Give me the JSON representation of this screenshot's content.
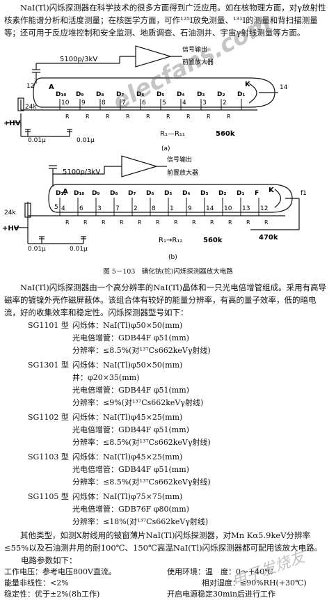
{
  "intro": "NaI(Tl)闪烁探测器在科学技术的很多方面得到广泛应用。如在核物理方面，对γ放射性核素作能谱分析和活度测量；在核医学方面，可作¹²⁵I放免测量、¹³¹I的测量和背扫描测量等；还可用于反应堆控制和安全监测、地质调查、石油测井、宇宙γ射线测量等方面。",
  "fig_a": {
    "cap_label": "5100p/3kV",
    "out1": "信号输出",
    "out2": "前置放大器",
    "res": "24k",
    "hv": "+HV",
    "c1": "0.01μ",
    "c2": "0.01μ",
    "range": "R₁—R₁₁",
    "rval": "560k",
    "label": "(a)",
    "dynodes": [
      "D₁₀",
      "D₉",
      "D₈",
      "D₇",
      "D₆",
      "D₅",
      "D₄",
      "D₃",
      "D₂",
      "D₁"
    ],
    "pins": [
      "10",
      "9",
      "8",
      "7",
      "6",
      "5",
      "4",
      "3",
      "2"
    ],
    "A": "A",
    "K": "K",
    "pinA": "12",
    "pinK": "14"
  },
  "fig_b": {
    "cap_label": "5100p/3kV",
    "out1": "信号输出",
    "out2": "前置放大器",
    "res": "24k",
    "hv": "+HV",
    "c1": "0.01μ",
    "c2": "0.01μ",
    "range": "R₁→R₁₂",
    "rval": "560k",
    "r470": "470k",
    "label": "(b)",
    "dynodes": [
      "D₁₁",
      "D₁₀",
      "D₉",
      "D₈",
      "D₇",
      "D₆",
      "D₅",
      "D₄",
      "D₃",
      "D₂",
      "D₁",
      "F"
    ],
    "pins": [
      "4",
      "6",
      "3",
      "7",
      "2",
      "8",
      "1",
      "9",
      "14",
      "10",
      "13",
      "12"
    ],
    "A": "A",
    "K": "K",
    "pin5": "5",
    "pinf": "f1"
  },
  "caption": "图 5－103　碘化钠(铊)闪烁探测器放大电路",
  "para2": "NaI(Tl)闪烁探测器由一个高分辨率的NaI(Tl)晶体和一只光电倍增管组成。采用有高导磁率的镀镍外壳作磁屏蔽体。该组合体有较好的能量分辨率，有高的量子效率，低的暗电流，好的收集效率和稳定性。闪烁探测器型号如下：",
  "models": [
    {
      "name": "SG1101 型",
      "specs": [
        "闪烁体：NaI(Tl)φ50×50(mm)",
        "光电倍增管：GDB44F φ51(mm)",
        "分辨率：≤8.5%(对¹³⁷Cs662keVγ射线)"
      ]
    },
    {
      "name": "SG1301 型",
      "specs": [
        "闪烁体：NaI(Tl)φ50×50(mm)",
        "井：φ20×35(mm)",
        "光电倍增管：GDB44F φ51(mm)",
        "分辨率：≤9%(对¹³⁷Cs662keVγ射线)"
      ]
    },
    {
      "name": "SG1102 型",
      "specs": [
        "闪烁体：NaI(Tl)φ45×25(mm)",
        "光电倍增管：GDB44F φ51(mm)",
        "分辨率：≤8.5%(对¹³⁷Cs662keVγ射线)"
      ]
    },
    {
      "name": "SG1103 型",
      "specs": [
        "闪烁体：NaI(Tl)φ45×25(mm)",
        "光电倍增管：GDB44F φ51(mm)",
        "分辨率：≤8.5%(对¹³⁷Cs662keVγ射线)"
      ]
    },
    {
      "name": "SG1105 型",
      "specs": [
        "闪烁体：NaI(Tl)φ75×75(mm)",
        "光电倍增管：GDB76F φ80(mm)",
        "分辨率：≤18%(对¹³⁷Cs662keVγ射线)"
      ]
    }
  ],
  "para3": "其他类型，如测X射线用的铍窗薄片NaI(Tl)闪烁探测器，对Mn Kα5.9keV分辨率≤55%以及石油测井用的耐100℃、150℃高温NaI(Tl)闪烁探测器都可配用该放大电路。",
  "params_title": "电路参数如下：",
  "params": [
    [
      "工作电压：参考电压800V直流。",
      "使用环境：温　度：0～+40℃"
    ],
    [
      "能量非线性：<2%",
      "相对湿度：≤90%RH(+30℃)"
    ],
    [
      "稳定性：优于±2%(8h工作)",
      "开启电源稳定30min后进行工作"
    ]
  ],
  "watermark": "elecfans.com",
  "watermark2": "电子发烧友"
}
